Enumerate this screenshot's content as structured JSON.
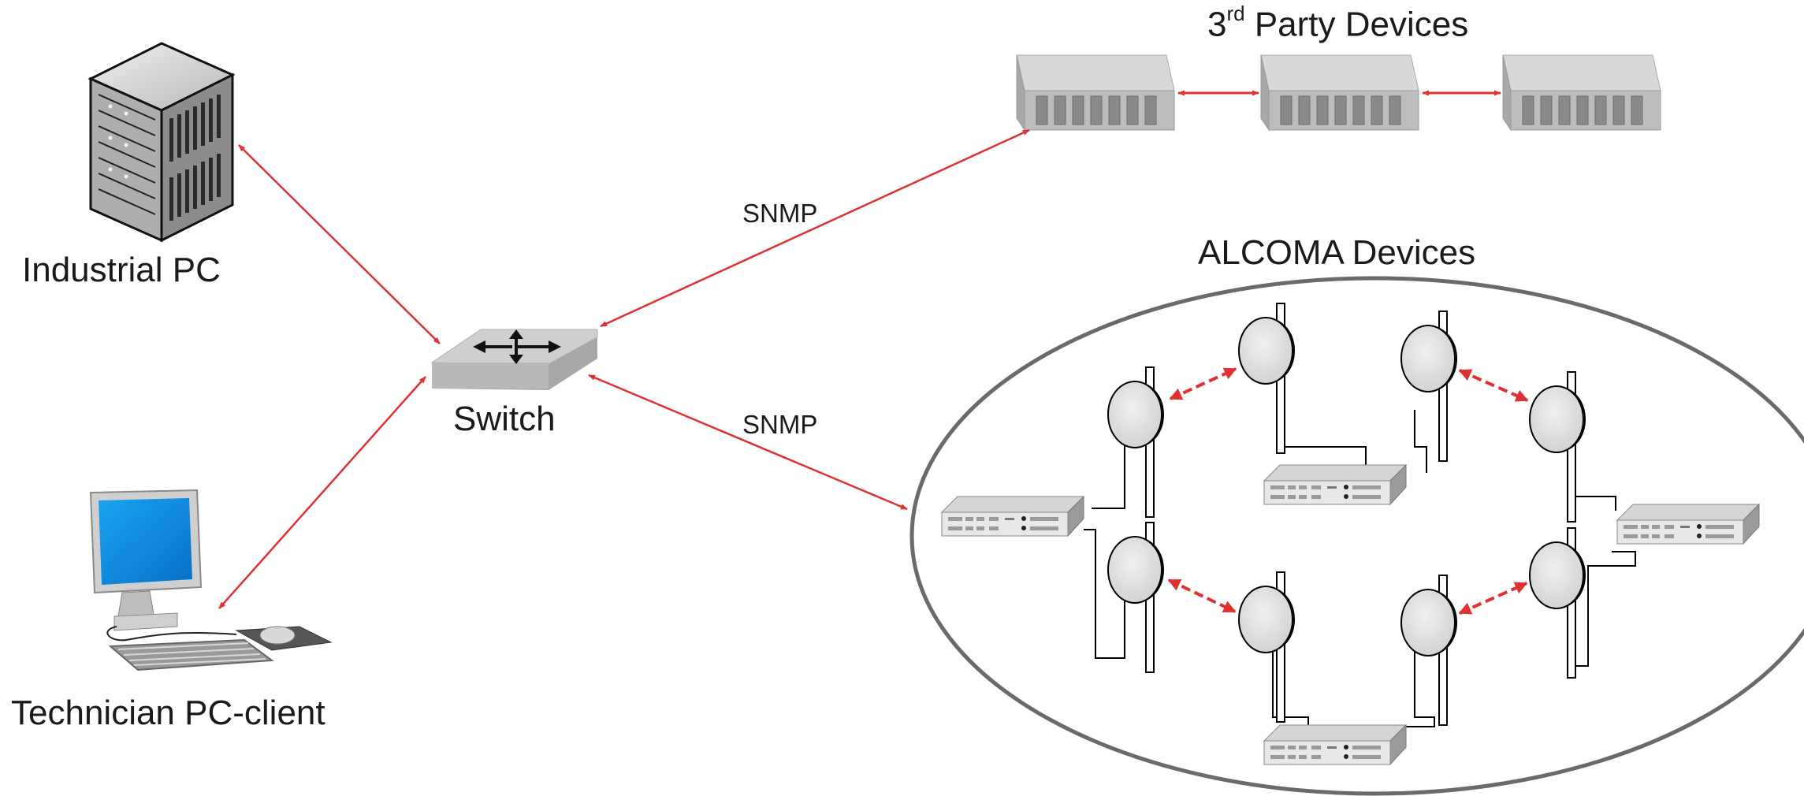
{
  "labels": {
    "industrial_pc": "Industrial PC",
    "technician_pc": "Technician PC-client",
    "switch": "Switch",
    "snmp_top": "SNMP",
    "snmp_bottom": "SNMP",
    "third_party": {
      "prefix": "3",
      "superscript": "rd",
      "suffix": " Party Devices"
    },
    "alcoma": "ALCOMA Devices"
  },
  "colors": {
    "connection": "#e03030",
    "line": "#000000",
    "device_gray": "#c8c8c8",
    "ellipse_stroke": "#6a6a6a",
    "monitor_screen": "#0a8fe0"
  },
  "icons": [
    "server-tower-icon",
    "desktop-pc-icon",
    "network-switch-icon",
    "rack-device-icon",
    "radio-dish-icon",
    "rack-unit-icon"
  ]
}
